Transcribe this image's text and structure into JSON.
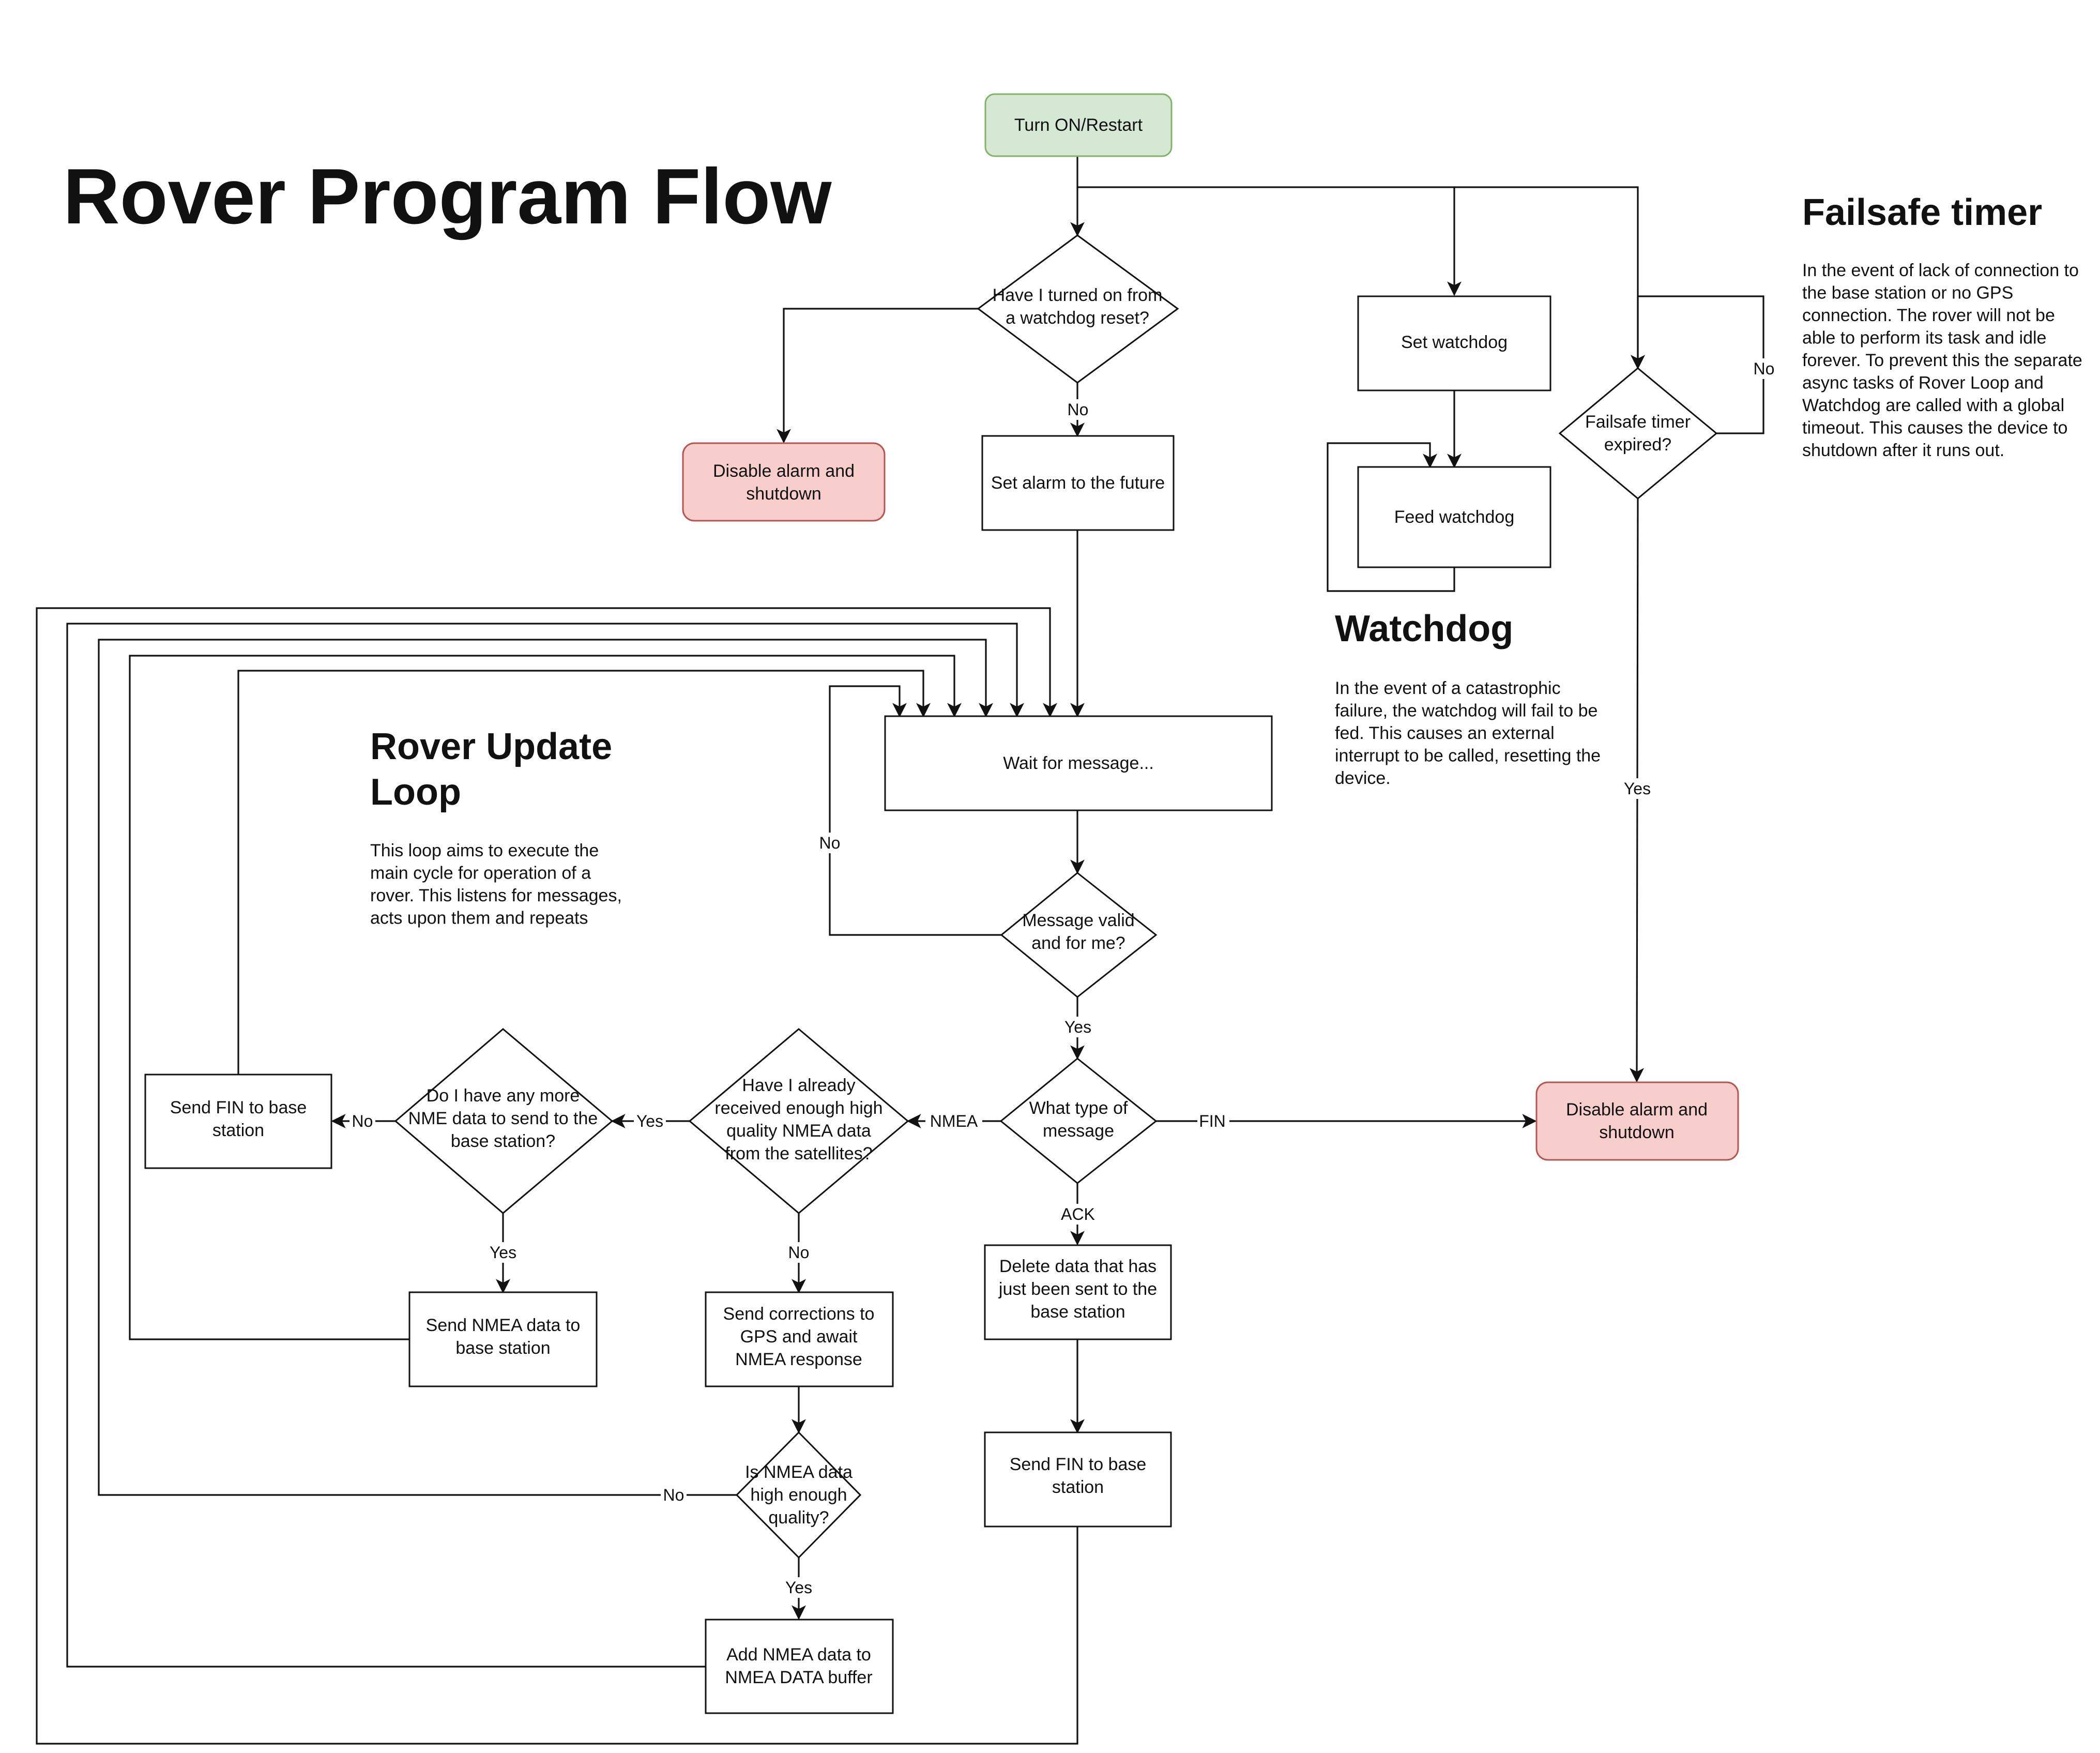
{
  "title": "Rover Program Flow",
  "nodes": {
    "turn_on": "Turn ON/Restart",
    "watchdog_reset_q": "Have I turned on from\na watchdog reset?",
    "disable_alarm_top": "Disable alarm and\nshutdown",
    "set_alarm": "Set alarm to the future",
    "set_watchdog": "Set watchdog",
    "feed_watchdog": "Feed watchdog",
    "failsafe_q": "Failsafe timer\nexpired?",
    "wait_message": "Wait for message...",
    "message_valid_q": "Message valid\nand for me?",
    "message_type_q": "What type of\nmessage",
    "disable_alarm_right": "Disable alarm and\nshutdown",
    "nmea_received_q": "Have I already\nreceived enough high\nquality NMEA data\nfrom the satellites?",
    "more_nmea_q": "Do I have any more\nNME data to send to the\nbase station?",
    "send_fin_left": "Send FIN to base\nstation",
    "send_nmea": "Send NMEA data to\nbase station",
    "send_corrections": "Send corrections to\nGPS and await\nNMEA response",
    "nmea_quality_q": "Is NMEA data\nhigh enough\nquality?",
    "add_nmea": "Add NMEA data to\nNMEA DATA buffer",
    "delete_data": "Delete data that has\njust been sent to the\nbase station",
    "send_fin_bottom": "Send FIN to base\nstation"
  },
  "edge_labels": {
    "reset_no": "No",
    "failsafe_no": "No",
    "failsafe_yes": "Yes",
    "valid_no": "No",
    "valid_yes": "Yes",
    "type_fin": "FIN",
    "type_nmea": "NMEA",
    "type_ack": "ACK",
    "received_yes": "Yes",
    "received_no": "No",
    "more_no": "No",
    "more_yes": "Yes",
    "quality_no": "No",
    "quality_yes": "Yes"
  },
  "notes": {
    "failsafe": {
      "title": "Failsafe timer",
      "text": "In the event of lack of connection to\nthe base station or no GPS\nconnection. The rover will not be\nable to perform its task and idle\nforever. To prevent this the separate\nasync tasks of Rover Loop and\nWatchdog are called with a global\ntimeout. This causes the device to\nshutdown after it runs out."
    },
    "watchdog": {
      "title": "Watchdog",
      "text": "In the event of a catastrophic\nfailure, the watchdog will fail to be\nfed. This causes an external\ninterrupt to be called, resetting the\ndevice."
    },
    "update_loop": {
      "title": "Rover Update\nLoop",
      "text": "This loop aims to execute the\nmain cycle for operation of a\nrover. This listens for messages,\nacts upon them and repeats"
    }
  },
  "colors": {
    "start_fill": "#d5e8d4",
    "start_stroke": "#82b366",
    "stop_fill": "#f8cecc",
    "stop_stroke": "#b85450",
    "line": "#111111"
  }
}
